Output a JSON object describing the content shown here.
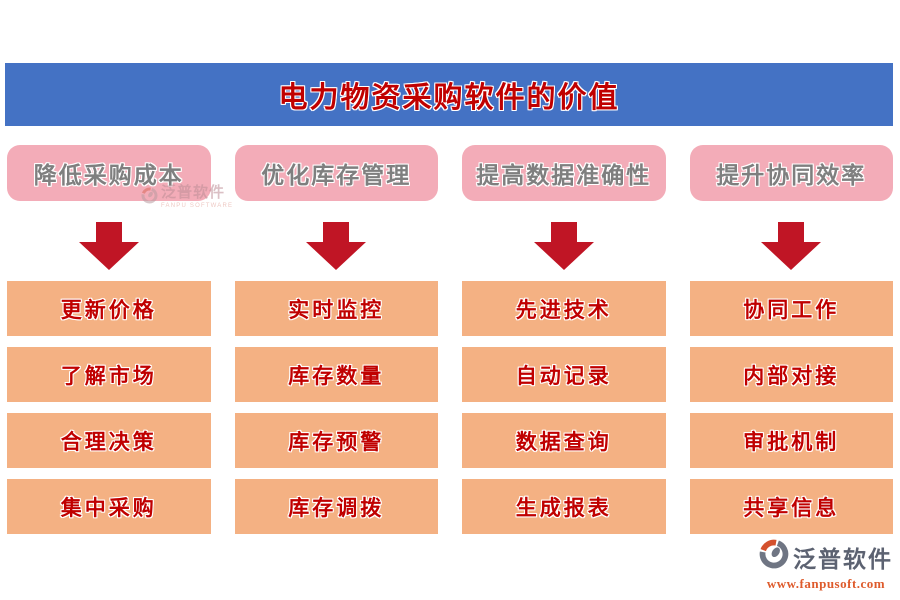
{
  "title": "电力物资采购软件的价值",
  "columns": [
    {
      "header": "降低采购成本",
      "items": [
        "更新价格",
        "了解市场",
        "合理决策",
        "集中采购"
      ]
    },
    {
      "header": "优化库存管理",
      "items": [
        "实时监控",
        "库存数量",
        "库存预警",
        "库存调拨"
      ]
    },
    {
      "header": "提高数据准确性",
      "items": [
        "先进技术",
        "自动记录",
        "数据查询",
        "生成报表"
      ]
    },
    {
      "header": "提升协同效率",
      "items": [
        "协同工作",
        "内部对接",
        "审批机制",
        "共享信息"
      ]
    }
  ],
  "watermark": {
    "brand": "泛普软件",
    "subtitle": "FANPU SOFTWARE"
  },
  "footer": {
    "brand": "泛普软件",
    "url": "www.fanpusoft.com"
  },
  "colors": {
    "header_bg": "#4472C4",
    "title_text": "#C00000",
    "pillar_bg": "#F3ACB8",
    "pillar_text": "#7F7F7F",
    "arrow": "#C01525",
    "item_bg": "#F4B183",
    "item_text": "#C00000",
    "brand_text": "#5C6271",
    "brand_url": "#DE5B2C"
  }
}
